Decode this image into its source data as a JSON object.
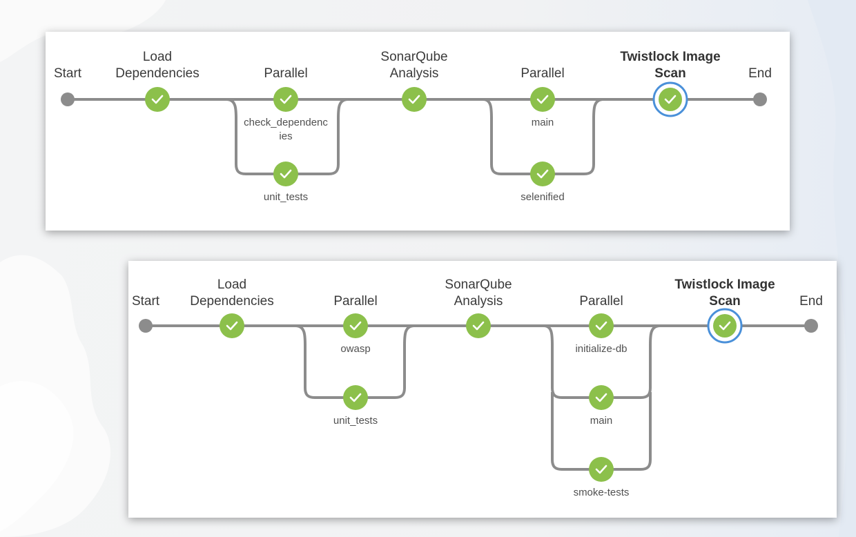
{
  "pipelines": [
    {
      "stages": {
        "start": "Start",
        "load_line1": "Load",
        "load_line2": "Dependencies",
        "parallel1": "Parallel",
        "sonar_line1": "SonarQube",
        "sonar_line2": "Analysis",
        "parallel2": "Parallel",
        "twistlock_line1": "Twistlock Image",
        "twistlock_line2": "Scan",
        "end": "End"
      },
      "branches": {
        "check_deps_line1": "check_dependenc",
        "check_deps_line2": "ies",
        "unit_tests": "unit_tests",
        "main": "main",
        "selenified": "selenified"
      },
      "status": {
        "load": "success",
        "check_dependencies": "success",
        "unit_tests": "success",
        "sonar": "success",
        "main": "success",
        "selenified": "success",
        "twistlock": "success-selected"
      }
    },
    {
      "stages": {
        "start": "Start",
        "load_line1": "Load",
        "load_line2": "Dependencies",
        "parallel1": "Parallel",
        "sonar_line1": "SonarQube",
        "sonar_line2": "Analysis",
        "parallel2": "Parallel",
        "twistlock_line1": "Twistlock Image",
        "twistlock_line2": "Scan",
        "end": "End"
      },
      "branches": {
        "owasp": "owasp",
        "unit_tests": "unit_tests",
        "initialize_db": "initialize-db",
        "main": "main",
        "smoke_tests": "smoke-tests"
      },
      "status": {
        "load": "success",
        "owasp": "success",
        "unit_tests": "success",
        "sonar": "success",
        "initialize_db": "success",
        "main": "success",
        "smoke_tests": "success",
        "twistlock": "success-selected"
      }
    }
  ],
  "colors": {
    "success": "#8cc04b",
    "selected_ring": "#4a90d9",
    "track": "#8c8c8c"
  },
  "icons": {
    "stage_success": "check-icon",
    "endpoint": "dot-icon"
  }
}
